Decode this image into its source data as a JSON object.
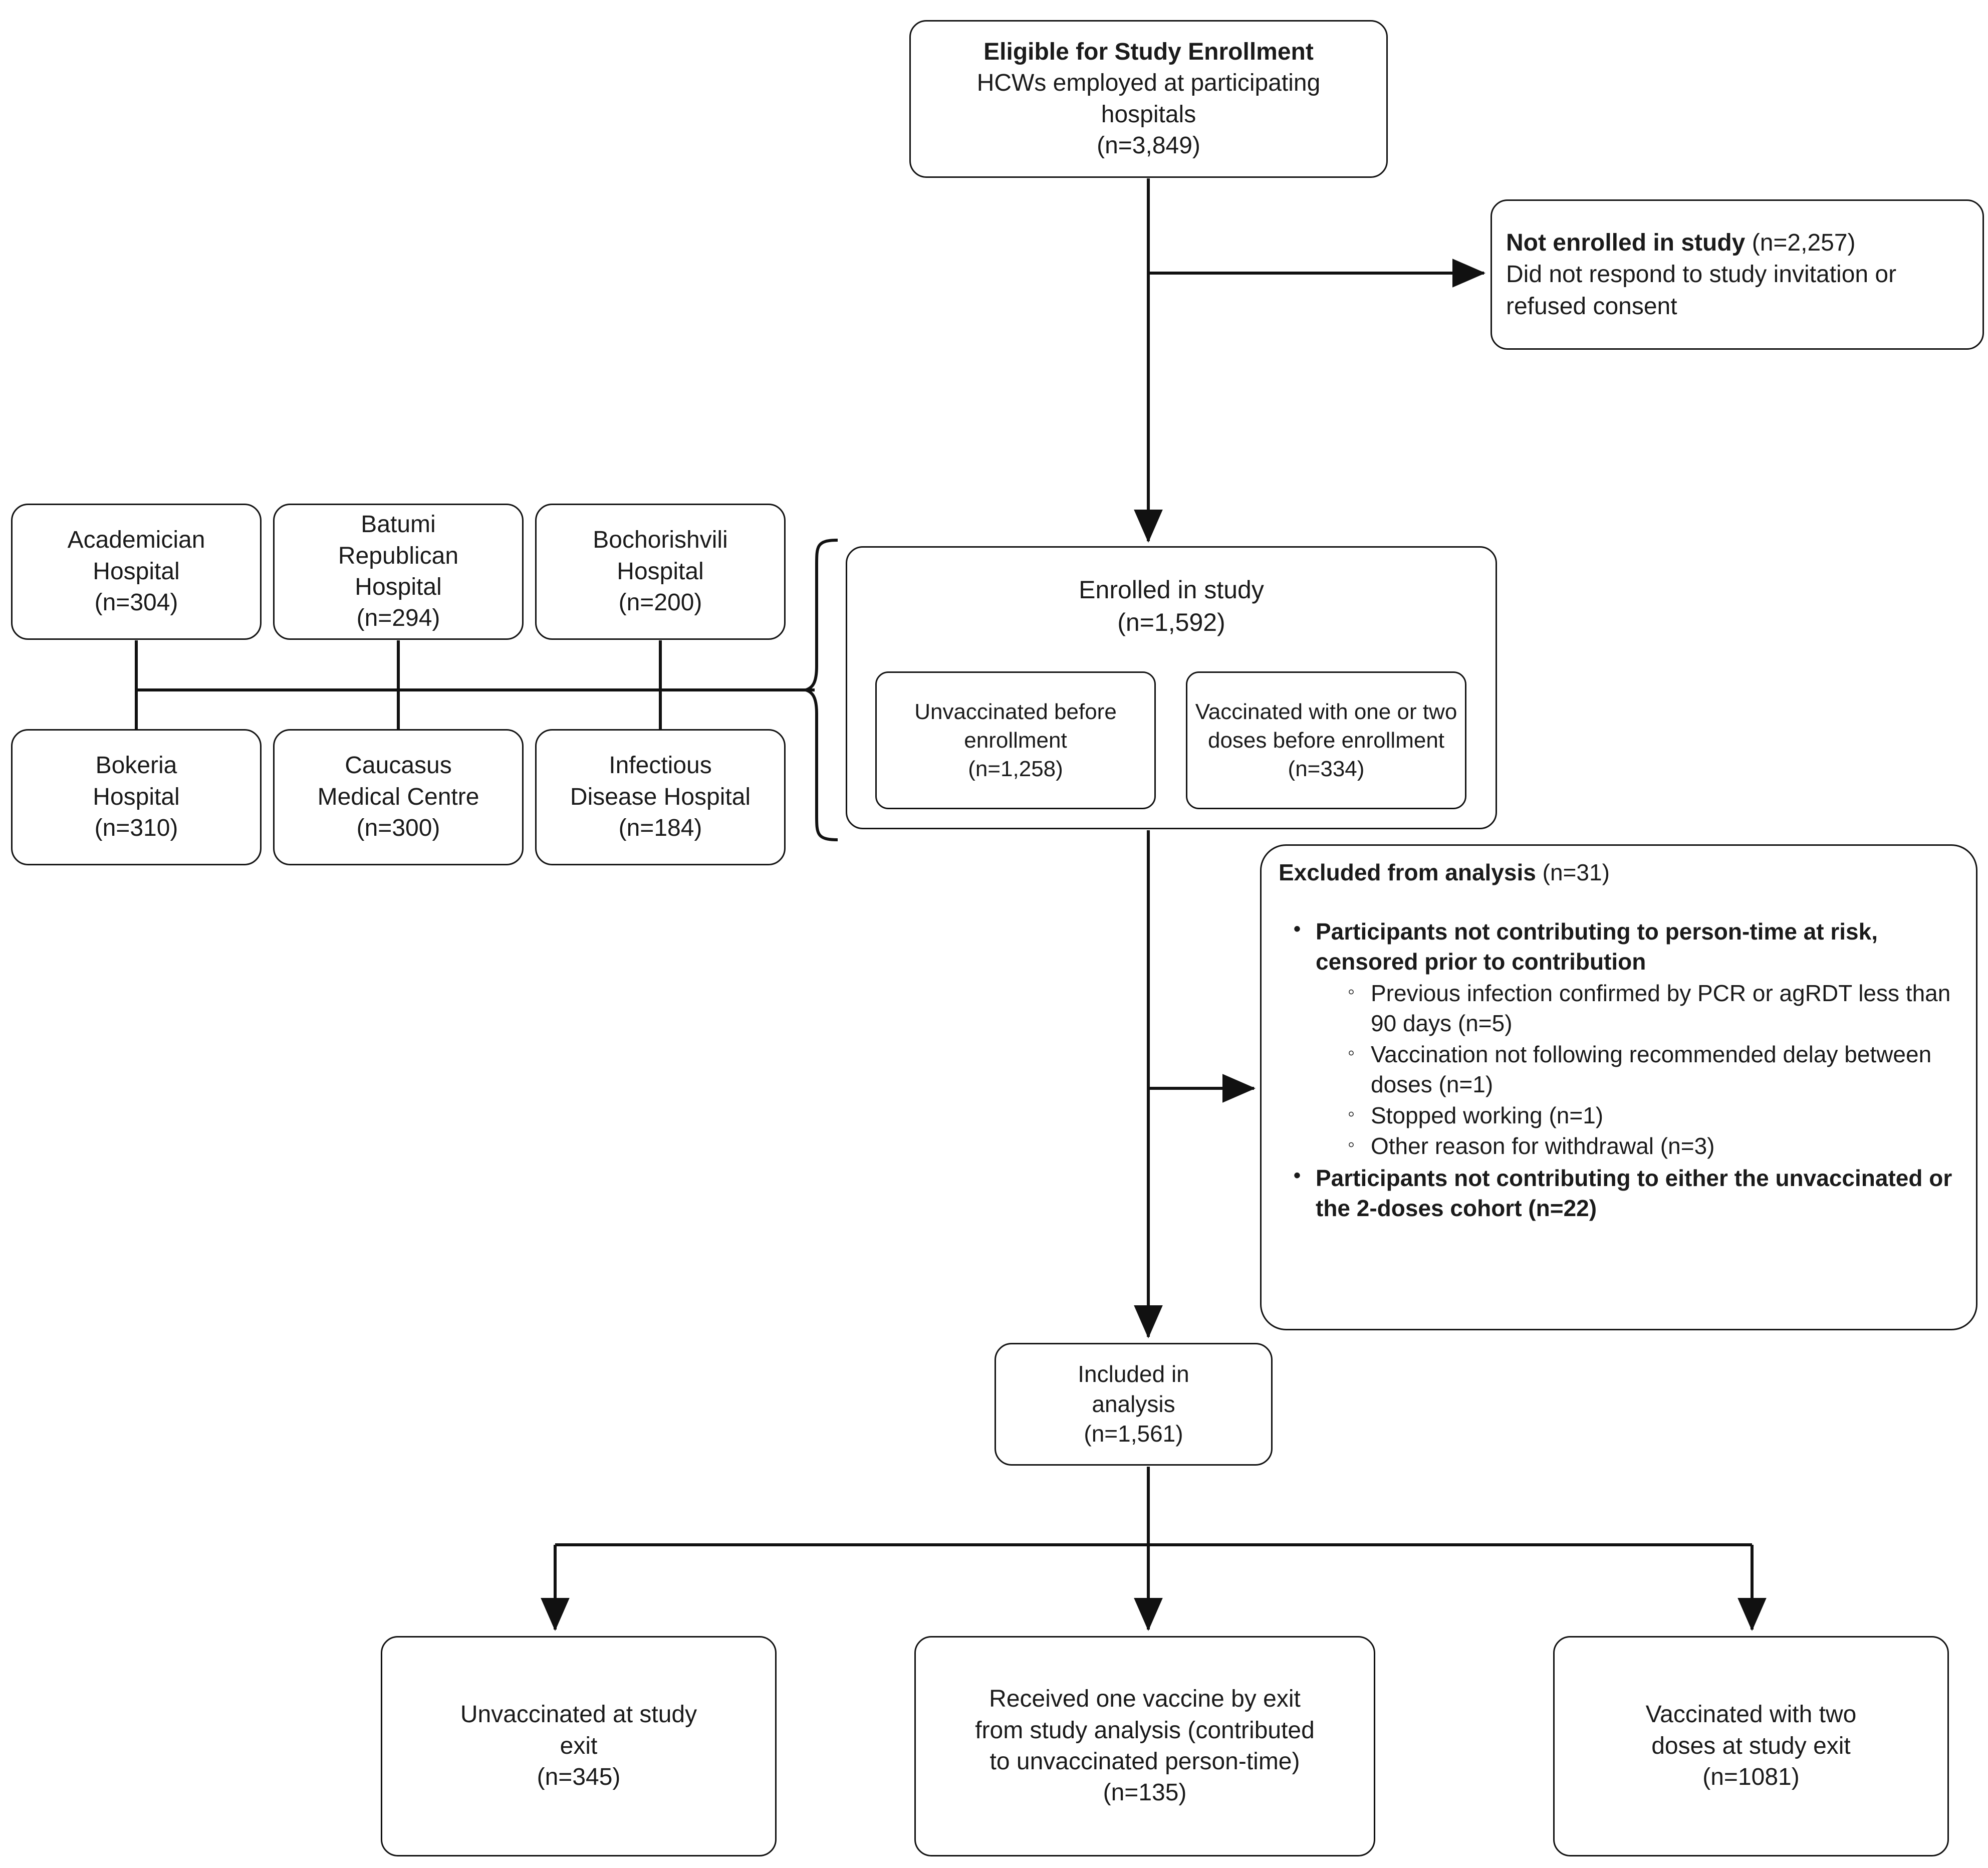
{
  "colors": {
    "line": "#111111",
    "text": "#1a1a1a",
    "background": "#ffffff"
  },
  "flow": {
    "eligible": {
      "title": "Eligible for Study Enrollment",
      "line2": "HCWs employed at participating\nhospitals",
      "count": "(n=3,849)"
    },
    "not_enrolled": {
      "title": "Not enrolled in study",
      "count": "(n=2,257)",
      "reason": "Did not respond to study invitation or refused consent"
    },
    "hospitals": [
      {
        "name": "Academician\nHospital",
        "count": "(n=304)"
      },
      {
        "name": "Batumi\nRepublican\nHospital",
        "count": "(n=294)"
      },
      {
        "name": "Bochorishvili\nHospital",
        "count": "(n=200)"
      },
      {
        "name": "Bokeria\nHospital",
        "count": "(n=310)"
      },
      {
        "name": "Caucasus\nMedical Centre",
        "count": "(n=300)"
      },
      {
        "name": "Infectious\nDisease Hospital",
        "count": "(n=184)"
      }
    ],
    "enrolled": {
      "title": "Enrolled in study",
      "count": "(n=1,592)",
      "sub": [
        {
          "label": "Unvaccinated before\nenrollment",
          "count": "(n=1,258)"
        },
        {
          "label": "Vaccinated with one\nor two doses before\nenrollment",
          "count": "(n=334)"
        }
      ]
    },
    "excluded": {
      "title": "Excluded from analysis",
      "count": "(n=31)",
      "bullets": [
        {
          "text": "Participants not contributing to person-time at risk, censored prior to contribution",
          "sub": [
            "Previous infection confirmed by PCR or agRDT less than 90 days (n=5)",
            "Vaccination not following recommended delay between doses (n=1)",
            "Stopped working (n=1)",
            "Other reason for withdrawal (n=3)"
          ]
        },
        {
          "text_pre": "Participants not contributing to either the unvaccinated or the 2-doses cohort (n=",
          "text_bold": "22",
          "text_post": ")",
          "sub": []
        }
      ]
    },
    "included": {
      "title": "Included in\nanalysis",
      "count": "(n=1,561)"
    },
    "outcomes": [
      {
        "label": "Unvaccinated at study\nexit",
        "count": "(n=345)"
      },
      {
        "label": "Received one vaccine by exit\nfrom study analysis (contributed\nto unvaccinated person-time)",
        "count": "(n=135)"
      },
      {
        "label": "Vaccinated with two\ndoses at study exit",
        "count": "(n=1081)"
      }
    ]
  }
}
